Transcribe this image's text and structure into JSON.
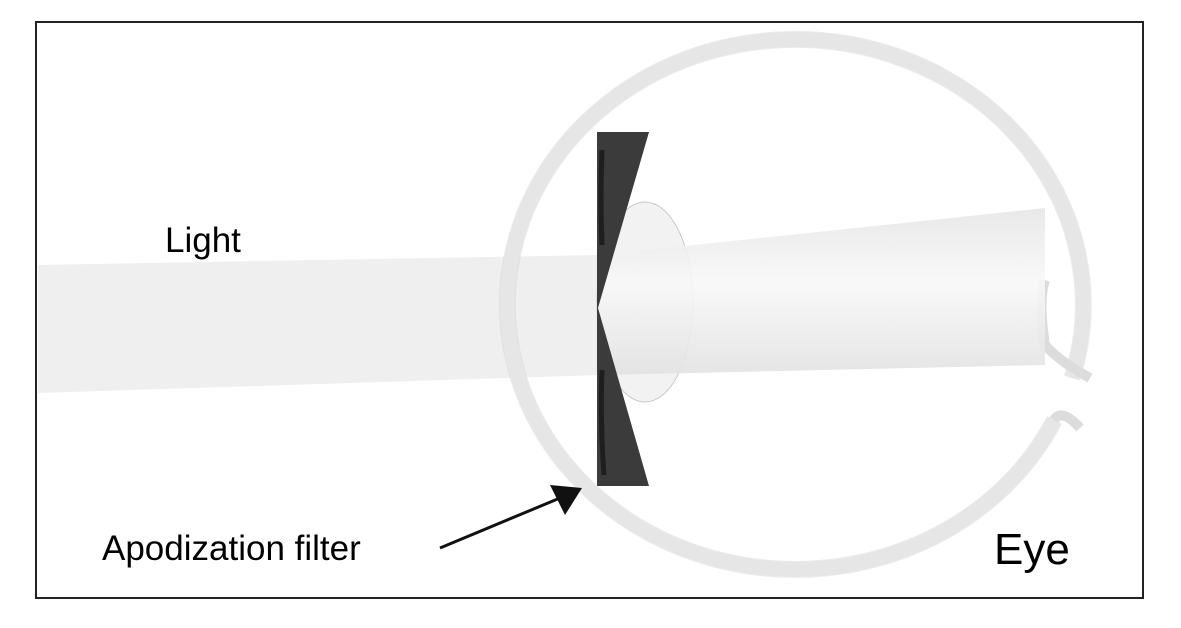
{
  "diagram": {
    "labels": {
      "light": "Light",
      "filter": "Apodization filter",
      "eye": "Eye"
    },
    "colors": {
      "frame": "#222222",
      "filter": "#3a3a3a",
      "sclera": "#e4e4e4",
      "beam": "#efefef"
    }
  }
}
